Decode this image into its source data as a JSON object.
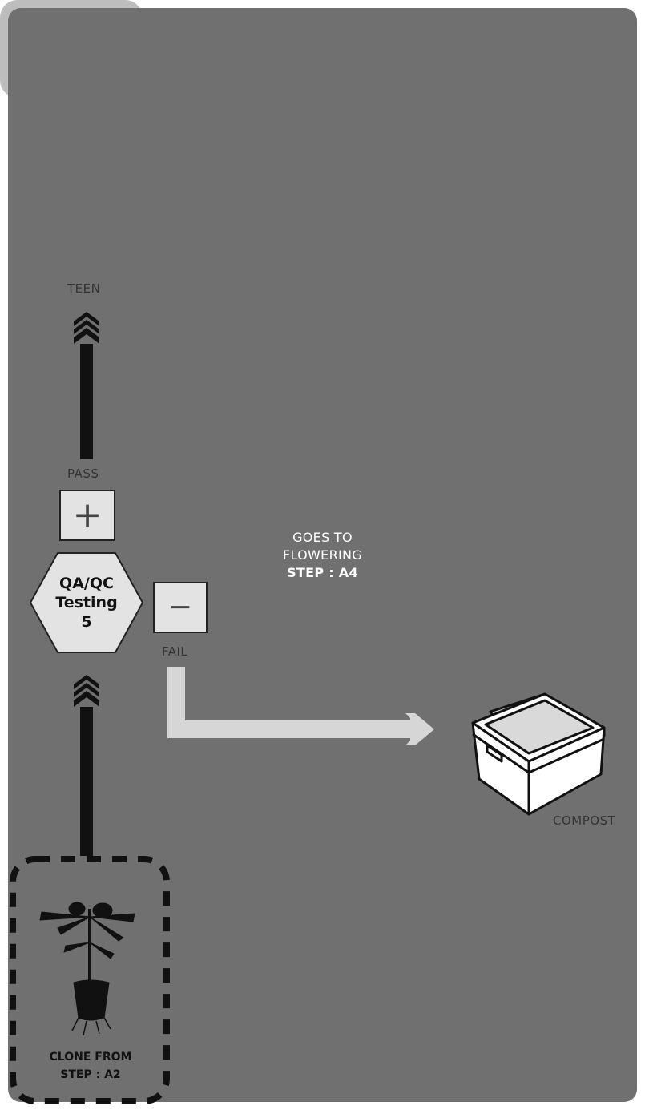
{
  "flowering_box": {
    "line1": "GOES TO",
    "line2": "FLOWERING",
    "line3": "STEP : A4"
  },
  "teen_label": "TEEN",
  "pass_label": "PASS",
  "plus_symbol": "+",
  "qa_box": {
    "line1": "QA/QC",
    "line2": "Testing",
    "line3": "5"
  },
  "minus_symbol": "−",
  "fail_label": "FAIL",
  "compost_label": "COMPOST",
  "clone_box": {
    "line1": "CLONE FROM",
    "line2": "STEP : A2"
  },
  "colors": {
    "main_arrow": "#111111",
    "fail_arrow": "#d6d6d6",
    "box_outer": "#bdbdbd",
    "box_inner": "#707070",
    "sign_fill": "#e3e3e3"
  },
  "icons": [
    "teen-plant-icon",
    "clone-plant-icon",
    "compost-bin-icon"
  ]
}
